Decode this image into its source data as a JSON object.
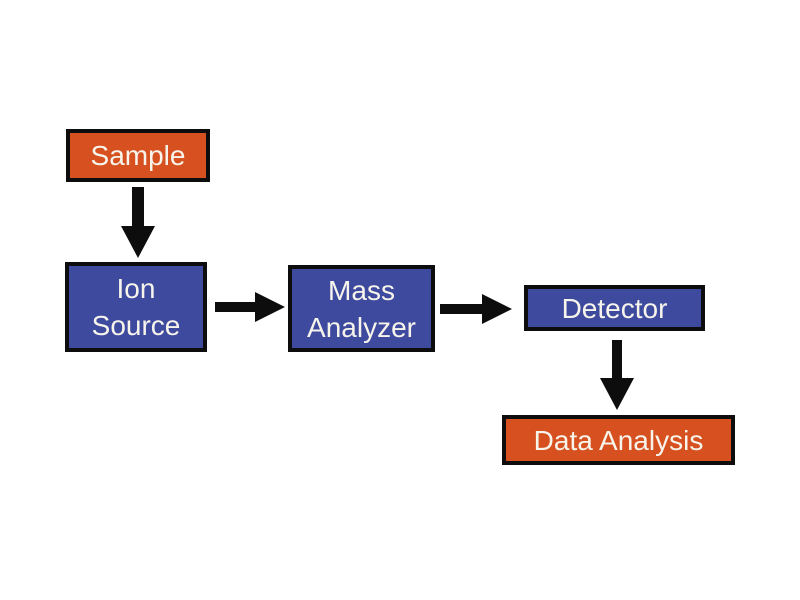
{
  "diagram": {
    "type": "flowchart",
    "nodes": [
      {
        "id": "sample",
        "label": "Sample",
        "color": "orange"
      },
      {
        "id": "ion-source",
        "label": "Ion\nSource",
        "color": "blue"
      },
      {
        "id": "mass-analyzer",
        "label": "Mass\nAnalyzer",
        "color": "blue"
      },
      {
        "id": "detector",
        "label": "Detector",
        "color": "blue"
      },
      {
        "id": "data-analysis",
        "label": "Data Analysis",
        "color": "orange"
      }
    ],
    "edges": [
      {
        "from": "sample",
        "to": "ion-source",
        "direction": "down"
      },
      {
        "from": "ion-source",
        "to": "mass-analyzer",
        "direction": "right"
      },
      {
        "from": "mass-analyzer",
        "to": "detector",
        "direction": "right"
      },
      {
        "from": "detector",
        "to": "data-analysis",
        "direction": "down"
      }
    ],
    "colors": {
      "orange": "#d6511f",
      "blue": "#3e4a9e",
      "border": "#0d0d0d",
      "arrow": "#0d0d0d",
      "text": "#f7f4ec",
      "background": "#ffffff"
    }
  }
}
